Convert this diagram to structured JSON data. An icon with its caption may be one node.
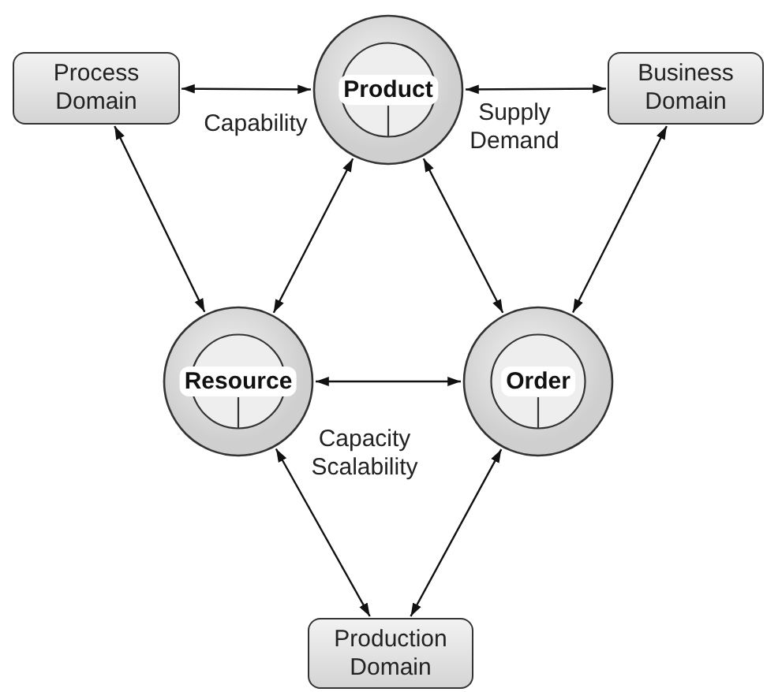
{
  "diagram": {
    "nodes": [
      {
        "text": [
          "Process Domain"
        ]
      },
      {
        "text": [
          "Product"
        ]
      },
      {
        "text": [
          "Business Domain"
        ]
      },
      {
        "text": [
          "Resource"
        ]
      },
      {
        "text": [
          "Order"
        ]
      },
      {
        "text": [
          "Production Domain"
        ]
      }
    ],
    "edges": [
      {
        "from": 0,
        "to": 1,
        "arrow": "both"
      },
      {
        "from": 1,
        "to": 2,
        "arrow": "both"
      },
      {
        "from": 0,
        "to": 3,
        "arrow": "both"
      },
      {
        "from": 1,
        "to": 3,
        "arrow": "both"
      },
      {
        "from": 1,
        "to": 4,
        "arrow": "both"
      },
      {
        "from": 2,
        "to": 4,
        "arrow": "both"
      },
      {
        "from": 3,
        "to": 4,
        "arrow": "both"
      },
      {
        "from": 3,
        "to": 5,
        "arrow": "both"
      },
      {
        "from": 4,
        "to": 5,
        "arrow": "both"
      }
    ],
    "labels": [
      "Capability",
      "Supply Demand",
      "Capacity Scalability"
    ]
  }
}
